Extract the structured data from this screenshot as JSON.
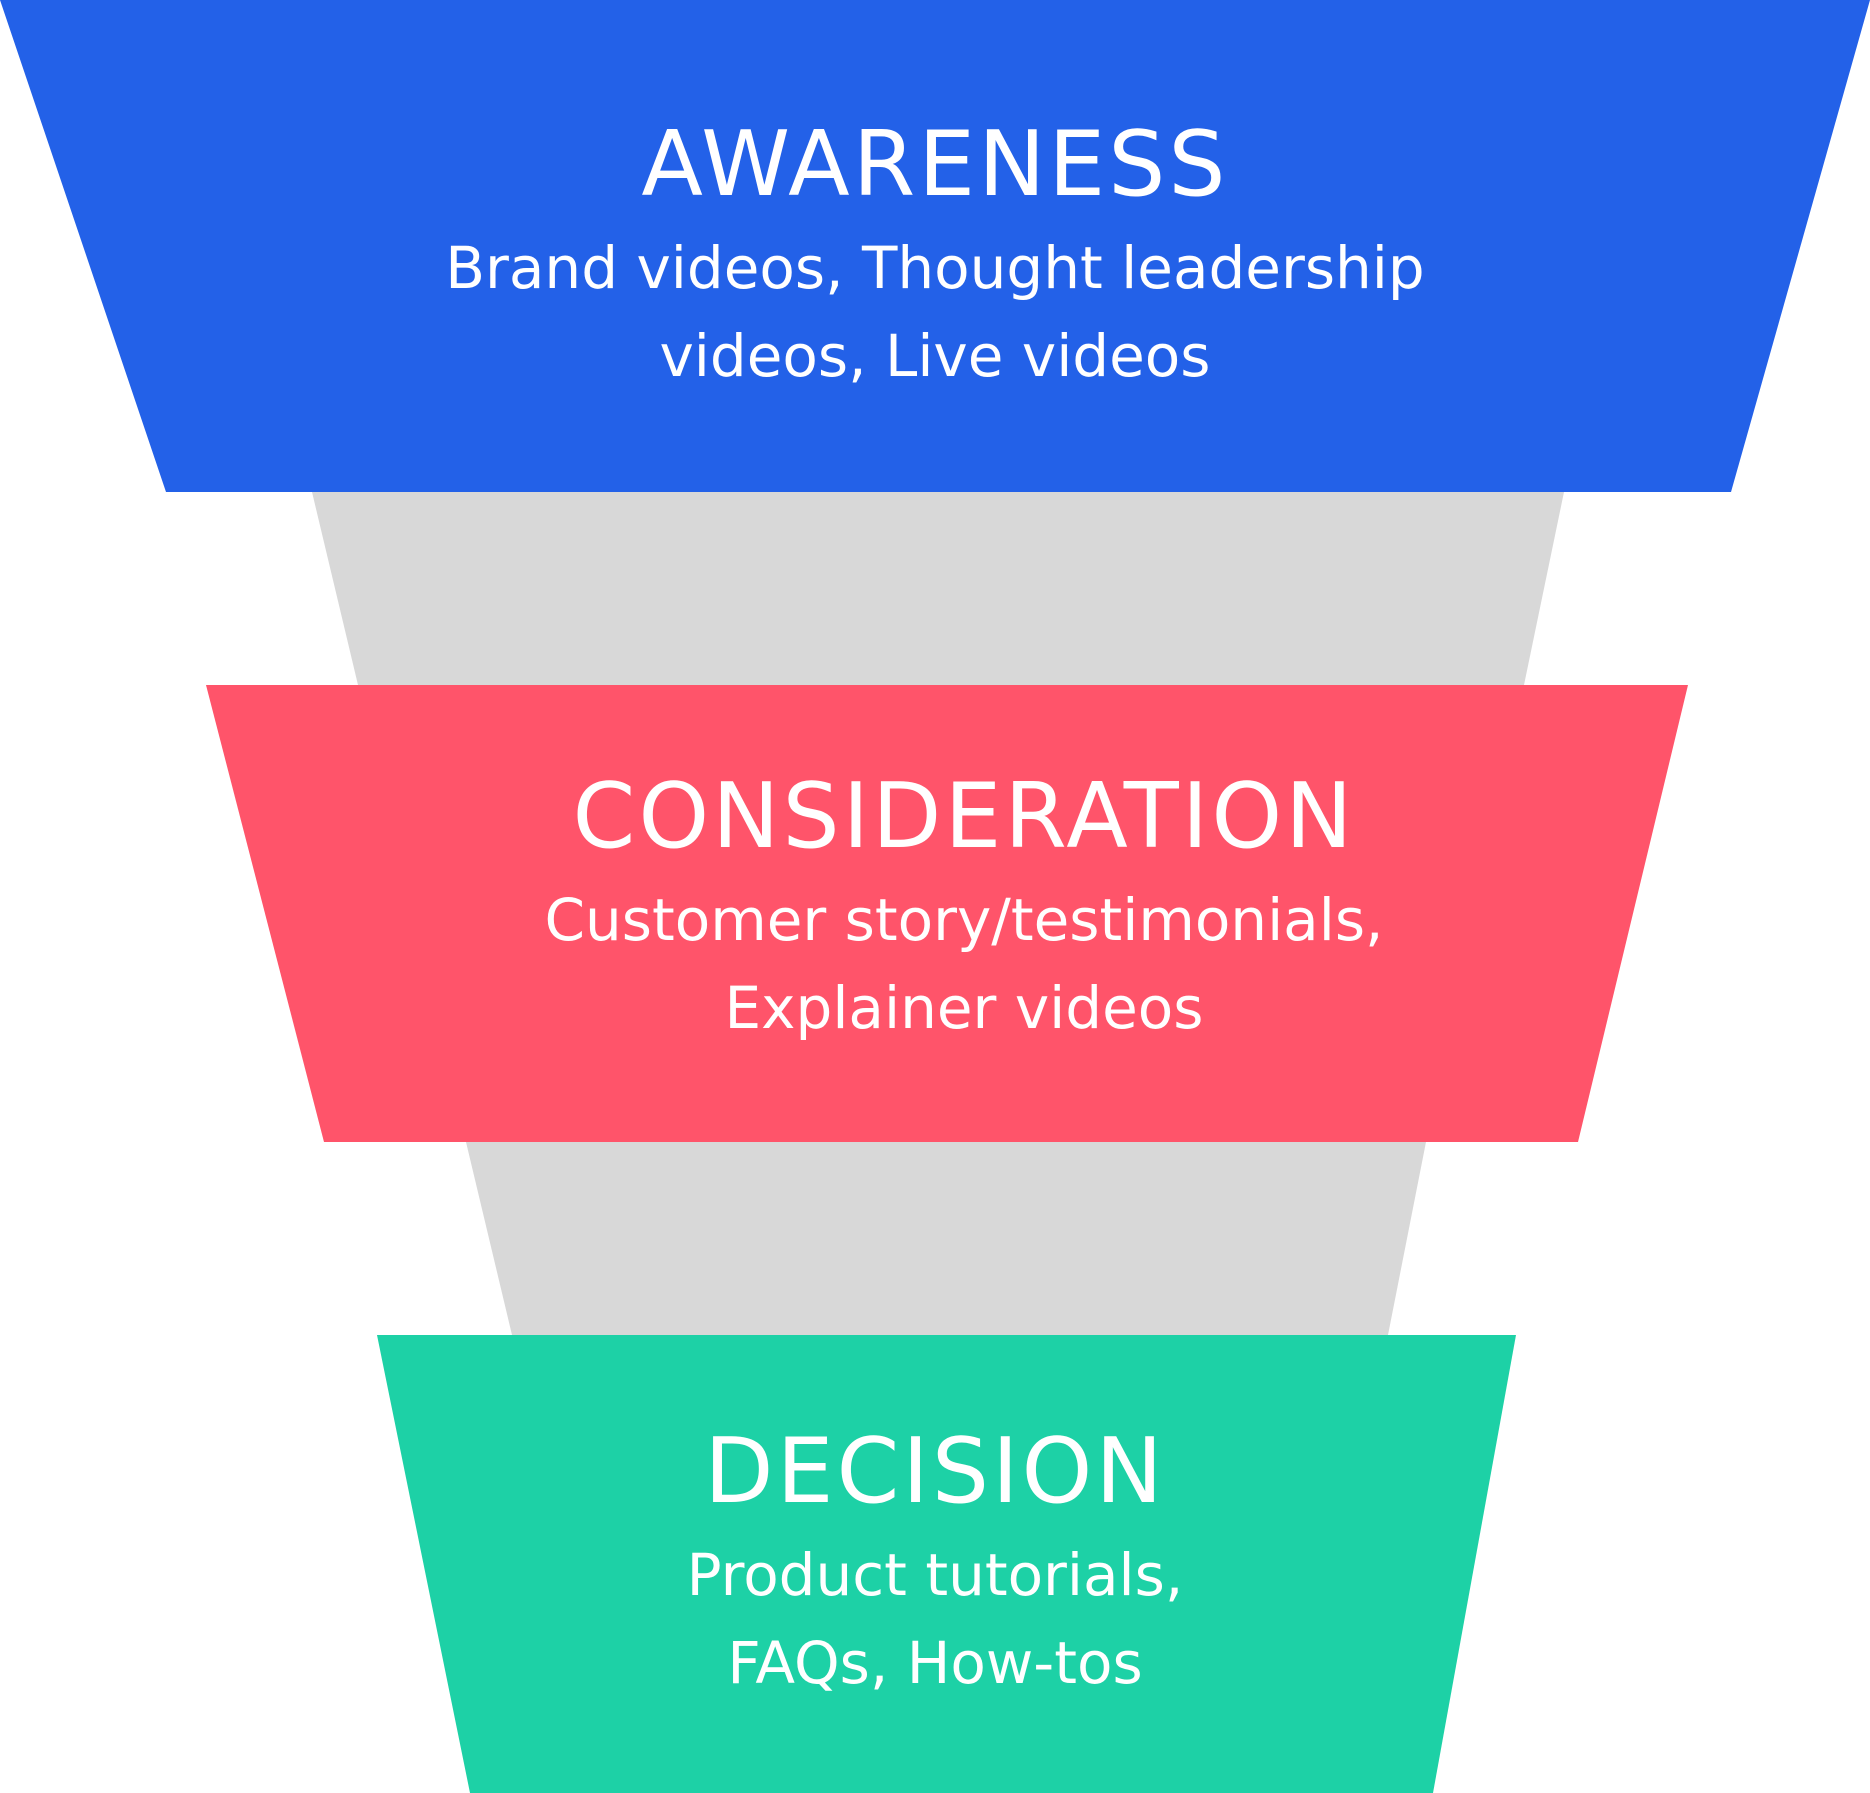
{
  "colors": {
    "awareness": "#2361E8",
    "consideration": "#FF546A",
    "decision": "#1DD1A6",
    "connector": "#D8D8D8"
  },
  "stages": [
    {
      "title": "AWARENESS",
      "lines": [
        "Brand videos, Thought leadership",
        "videos, Live videos"
      ]
    },
    {
      "title": "CONSIDERATION",
      "lines": [
        "Customer story/testimonials,",
        "Explainer videos"
      ]
    },
    {
      "title": "DECISION",
      "lines": [
        "Product tutorials,",
        "FAQs, How-tos"
      ]
    }
  ]
}
